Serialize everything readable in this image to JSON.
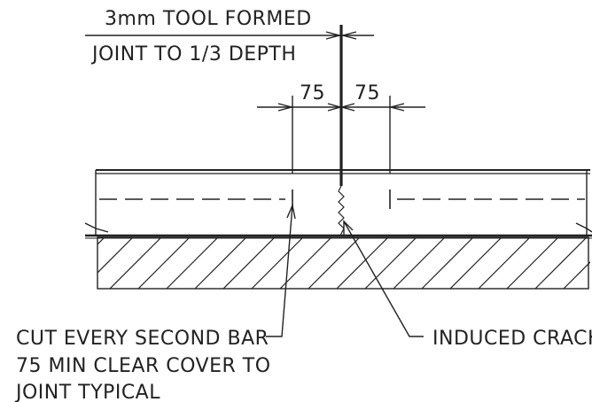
{
  "labels": {
    "joint_line1": "3mm TOOL FORMED",
    "joint_line2": "JOINT TO 1/3 DEPTH",
    "dim_left": "75",
    "dim_right": "75",
    "cut_line1": "CUT EVERY SECOND BAR",
    "cut_line2": "75 MIN CLEAR COVER TO",
    "cut_line3": "JOINT TYPICAL",
    "crack": "INDUCED CRACK"
  },
  "colors": {
    "ink": "#222222",
    "paper": "#ffffff"
  }
}
